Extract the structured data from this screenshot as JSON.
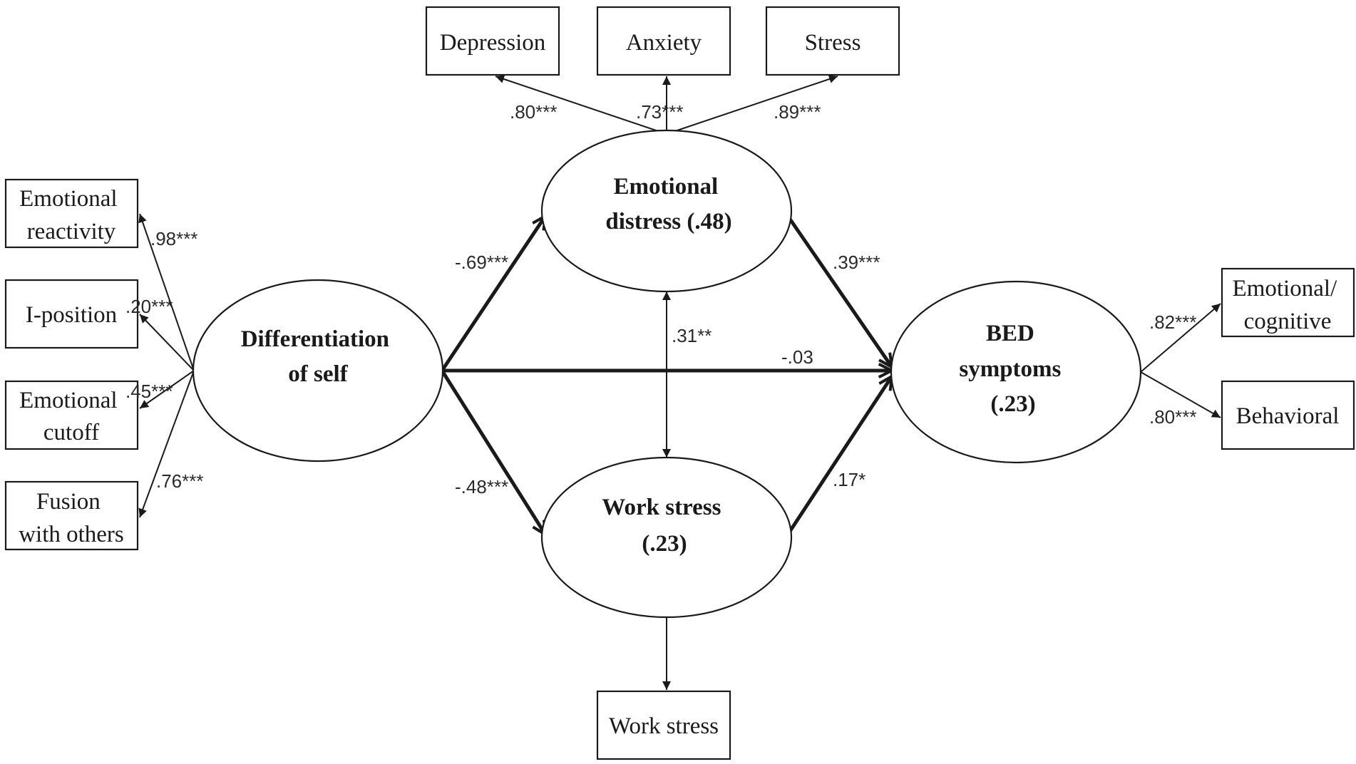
{
  "latents": {
    "differentiation": [
      "Differentiation",
      "of self"
    ],
    "distress": [
      "Emotional",
      "distress (.48)"
    ],
    "work": [
      "Work  stress",
      "(.23)"
    ],
    "bed": [
      "BED",
      "symptoms",
      "(.23)"
    ]
  },
  "indicators": {
    "depression": [
      "Depression"
    ],
    "anxiety": [
      "Anxiety"
    ],
    "stress": [
      "Stress"
    ],
    "emotional_reactivity": [
      "Emotional",
      "reactivity"
    ],
    "i_position": [
      "I-position"
    ],
    "emotional_cutoff": [
      "Emotional",
      "cutoff"
    ],
    "fusion": [
      "Fusion",
      "with others"
    ],
    "emotional_cognitive": [
      "Emotional/",
      "cognitive"
    ],
    "behavioral": [
      "Behavioral"
    ],
    "work_stress_indicator": [
      "Work stress"
    ]
  },
  "loadings": {
    "depression": ".80***",
    "anxiety": ".73***",
    "stress": ".89***",
    "emotional_reactivity": ".98***",
    "i_position": ".20***",
    "emotional_cutoff": ".45***",
    "fusion": ".76***",
    "emotional_cognitive": ".82***",
    "behavioral": ".80***"
  },
  "paths": {
    "diff_to_distress": "-.69***",
    "diff_to_work": "-.48***",
    "diff_to_bed": "-.03",
    "distress_to_bed": ".39***",
    "work_to_bed": ".17*",
    "distress_work_cov": ".31**"
  }
}
